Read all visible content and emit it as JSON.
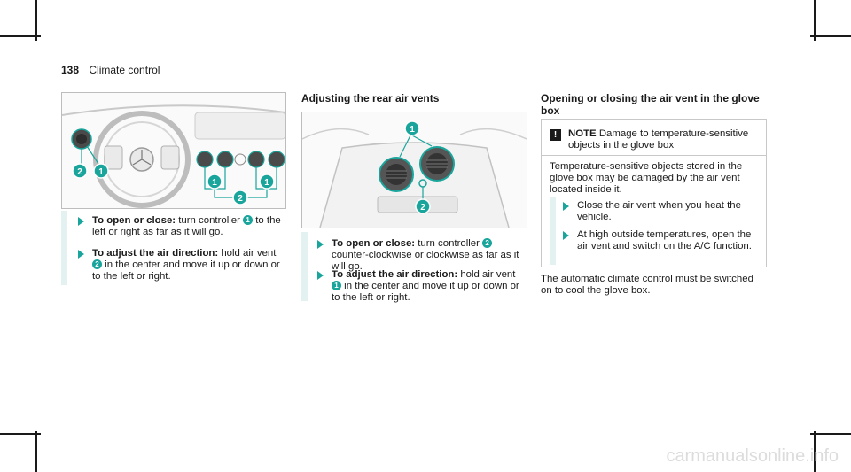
{
  "header": {
    "page_number": "138",
    "section_title": "Climate control"
  },
  "col1": {
    "illustration": {
      "callouts": [
        "2",
        "1",
        "1",
        "2",
        "1"
      ]
    },
    "steps": [
      {
        "bold": "To open or close:",
        "pre": " turn controller ",
        "callout": "1",
        "post": " to the left or right as far as it will go."
      },
      {
        "bold": "To adjust the air direction:",
        "pre": " hold air vent ",
        "callout": "2",
        "post": " in the center and move it up or down or to the left or right."
      }
    ]
  },
  "col2": {
    "heading": "Adjusting the rear air vents",
    "illustration": {
      "callouts": [
        "1",
        "2"
      ]
    },
    "steps": [
      {
        "bold": "To open or close:",
        "pre": " turn controller ",
        "callout": "2",
        "post": " counter-clockwise or clockwise as far as it will go."
      },
      {
        "bold": "To adjust the air direction:",
        "pre": " hold air vent ",
        "callout": "1",
        "post": " in the center and move it up or down or to the left or right."
      }
    ]
  },
  "col3": {
    "heading": "Opening or closing the air vent in the glove box",
    "note": {
      "icon": "!",
      "label": "NOTE",
      "title_text": " Damage to temperature-sensitive objects in the glove box",
      "body": "Temperature-sensitive objects stored in the glove box may be damaged by the air vent located inside it.",
      "steps": [
        "Close the air vent when you heat the vehicle.",
        "At high outside temperatures, open the air vent and switch on the A/C function."
      ]
    },
    "paragraph": "The automatic climate control must be switched on to cool the glove box."
  },
  "watermark": "carmanualsonline.info",
  "colors": {
    "accent": "#19a59c",
    "tint": "#e3f2f1",
    "crop_marks": "#1a1a1a"
  }
}
